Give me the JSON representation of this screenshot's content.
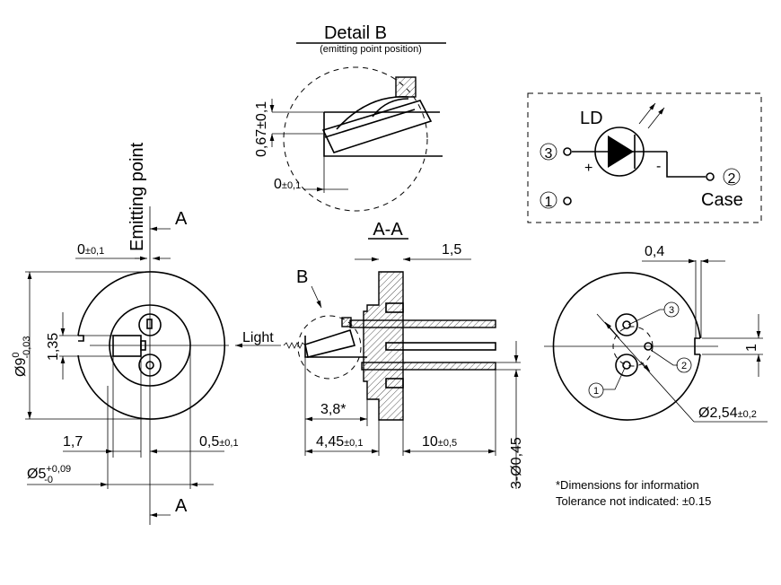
{
  "detail_b": {
    "title": "Detail B",
    "subtitle": "(emitting point position)",
    "dim_height": "0,67±0,1",
    "dim_offset_value": "0",
    "dim_offset_tol": "±0,1"
  },
  "schematic": {
    "ld_label": "LD",
    "pin3": "3",
    "pin1": "1",
    "pin2": "2",
    "plus": "+",
    "minus": "-",
    "case_label": "Case"
  },
  "front_view": {
    "emitting_point_label": "Emitting point",
    "section_marker": "A",
    "dim_zero_value": "0",
    "dim_zero_tol": "±0,1",
    "dim_dia9": "Ø9",
    "dim_dia9_upper": "0",
    "dim_dia9_lower": "-0,03",
    "dim_135": "1,35",
    "dim_17": "1,7",
    "dim_05_value": "0,5",
    "dim_05_tol": "±0,1",
    "dim_dia5": "Ø5",
    "dim_dia5_upper": "+0,09",
    "dim_dia5_lower": "-0"
  },
  "section_view": {
    "title": "A-A",
    "detail_marker": "B",
    "light_label": "Light",
    "dim_15": "1,5",
    "dim_38": "3,8*",
    "dim_445_value": "4,45",
    "dim_445_tol": "±0,1",
    "dim_10_value": "10",
    "dim_10_tol": "±0,5",
    "dim_pins": "3-Ø0,45"
  },
  "rear_view": {
    "dim_04": "0,4",
    "dim_1": "1",
    "dim_dia254_value": "Ø2,54",
    "dim_dia254_tol": "±0,2",
    "pin_labels": [
      "1",
      "2",
      "3"
    ]
  },
  "notes": {
    "line1": "*Dimensions for information",
    "line2": "Tolerance not indicated: ±0.15"
  }
}
